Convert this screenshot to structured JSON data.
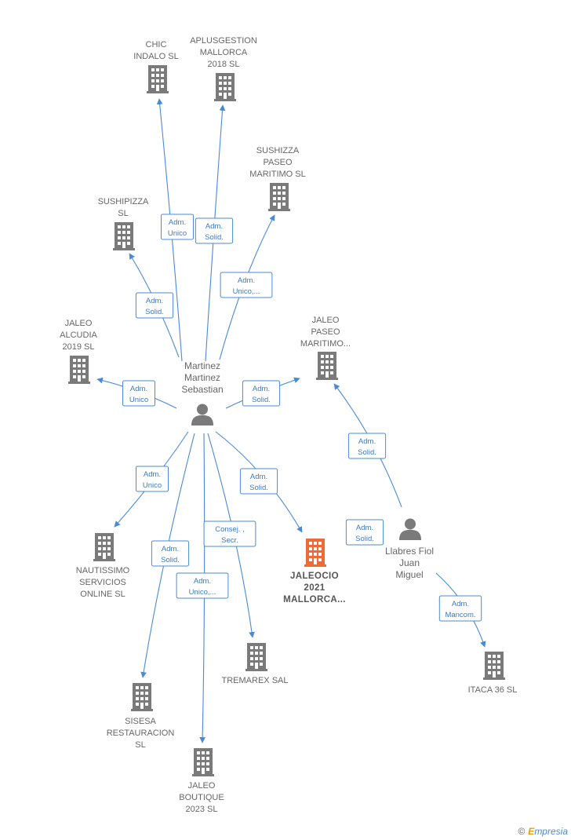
{
  "colors": {
    "building": "#7a7a7a",
    "focus": "#f06a35",
    "edge": "#4a8ad4",
    "person": "#7a7a7a"
  },
  "persons": [
    {
      "id": "martinez",
      "lines": [
        "Martinez",
        "Martinez",
        "Sebastian"
      ]
    },
    {
      "id": "llabres",
      "lines": [
        "Llabres Fiol",
        "Juan",
        "Miguel"
      ]
    }
  ],
  "companies": [
    {
      "id": "chic",
      "lines": [
        "CHIC",
        "INDALO  SL"
      ]
    },
    {
      "id": "aplus",
      "lines": [
        "APLUSGESTION",
        "MALLORCA",
        "2018  SL"
      ]
    },
    {
      "id": "sushizza",
      "lines": [
        "SUSHIZZA",
        "PASEO",
        "MARITIMO  SL"
      ]
    },
    {
      "id": "sushipizza",
      "lines": [
        "SUSHIPIZZA",
        "SL"
      ]
    },
    {
      "id": "jaleo_alcudia",
      "lines": [
        "JALEO",
        "ALCUDIA",
        "2019  SL"
      ]
    },
    {
      "id": "jaleo_paseo",
      "lines": [
        "JALEO",
        "PASEO",
        "MARITIMO..."
      ]
    },
    {
      "id": "nautissimo",
      "lines": [
        "NAUTISSIMO",
        "SERVICIOS",
        "ONLINE  SL"
      ]
    },
    {
      "id": "jaleocio",
      "lines": [
        "JALEOCIO",
        "2021",
        "MALLORCA..."
      ],
      "focus": true
    },
    {
      "id": "tremarex",
      "lines": [
        "TREMAREX SAL"
      ]
    },
    {
      "id": "itaca",
      "lines": [
        "ITACA 36 SL"
      ]
    },
    {
      "id": "sisesa",
      "lines": [
        "SISESA",
        "RESTAURACION",
        "SL"
      ]
    },
    {
      "id": "jaleo_boutique",
      "lines": [
        "JALEO",
        "BOUTIQUE",
        "2023  SL"
      ]
    }
  ],
  "edges": [
    {
      "from": "martinez",
      "to": "chic",
      "label": [
        "Adm.",
        "Unico"
      ]
    },
    {
      "from": "martinez",
      "to": "aplus",
      "label": [
        "Adm.",
        "Solid."
      ]
    },
    {
      "from": "martinez",
      "to": "sushizza",
      "label": [
        "Adm.",
        "Unico,..."
      ]
    },
    {
      "from": "martinez",
      "to": "sushipizza",
      "label": [
        "Adm.",
        "Solid."
      ]
    },
    {
      "from": "martinez",
      "to": "jaleo_alcudia",
      "label": [
        "Adm.",
        "Unico"
      ]
    },
    {
      "from": "martinez",
      "to": "jaleo_paseo",
      "label": [
        "Adm.",
        "Solid."
      ]
    },
    {
      "from": "martinez",
      "to": "nautissimo",
      "label": [
        "Adm.",
        "Unico"
      ]
    },
    {
      "from": "martinez",
      "to": "jaleocio",
      "label": [
        "Adm.",
        "Solid."
      ]
    },
    {
      "from": "martinez",
      "to": "tremarex",
      "label": [
        "Consej. ,",
        "Secr."
      ]
    },
    {
      "from": "martinez",
      "to": "sisesa",
      "label": [
        "Adm.",
        "Solid."
      ]
    },
    {
      "from": "martinez",
      "to": "jaleo_boutique",
      "label": [
        "Adm.",
        "Unico,..."
      ]
    },
    {
      "from": "llabres",
      "to": "jaleo_paseo",
      "label": [
        "Adm.",
        "Solid."
      ]
    },
    {
      "from": "llabres",
      "to": "jaleocio",
      "label": [
        "Adm.",
        "Solid."
      ]
    },
    {
      "from": "llabres",
      "to": "itaca",
      "label": [
        "Adm.",
        "Mancom."
      ]
    }
  ],
  "brand": {
    "copyright": "©",
    "initial": "E",
    "rest": "mpresia"
  }
}
